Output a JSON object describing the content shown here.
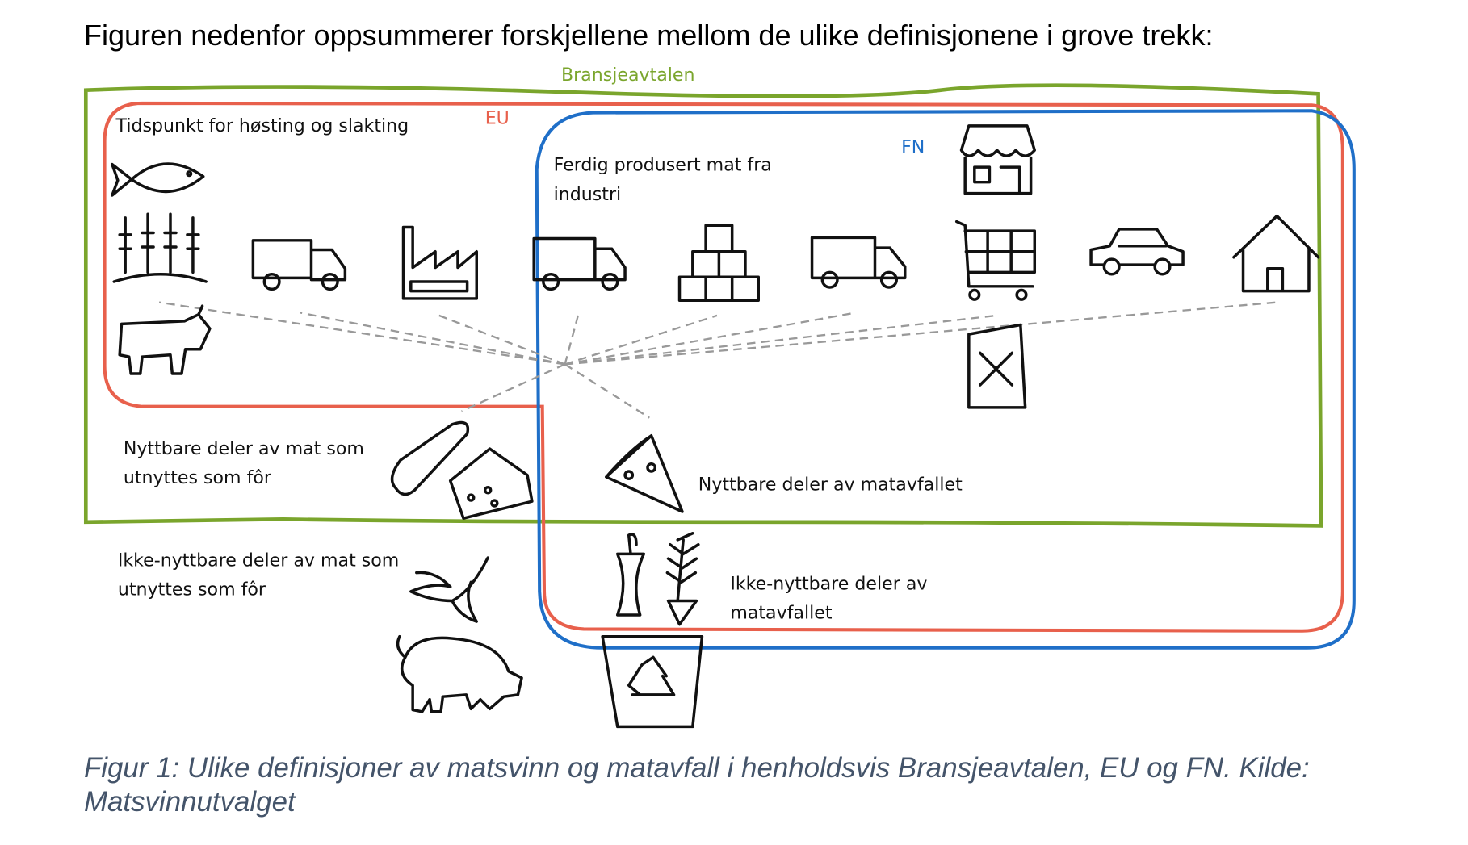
{
  "heading": "Figuren nedenfor oppsummerer forskjellene mellom de ulike definisjonene i grove trekk:",
  "regions": {
    "bransjeavtalen": {
      "label": "Bransjeavtalen",
      "color": "#7aa52c"
    },
    "eu": {
      "label": "EU",
      "color": "#e8604c"
    },
    "fn": {
      "label": "FN",
      "color": "#1f6fc8"
    }
  },
  "labels": {
    "harvest": "Tidspunkt for høsting og slakting",
    "industry_1": "Ferdig produsert mat fra",
    "industry_2": "industri",
    "feed_edible_1": "Nyttbare deler av mat som",
    "feed_edible_2": "utnyttes som fôr",
    "waste_edible": "Nyttbare deler av matavfallet",
    "feed_inedible_1": "Ikke-nyttbare deler av mat som",
    "feed_inedible_2": "utnyttes som fôr",
    "waste_inedible_1": "Ikke-nyttbare deler av",
    "waste_inedible_2": "matavfallet"
  },
  "caption": {
    "line1": "Figur 1: Ulike definisjoner av matsvinn og matavfall i henholdsvis Bransjeavtalen, EU og FN. Kilde:",
    "line2": "Matsvinnutvalget"
  }
}
